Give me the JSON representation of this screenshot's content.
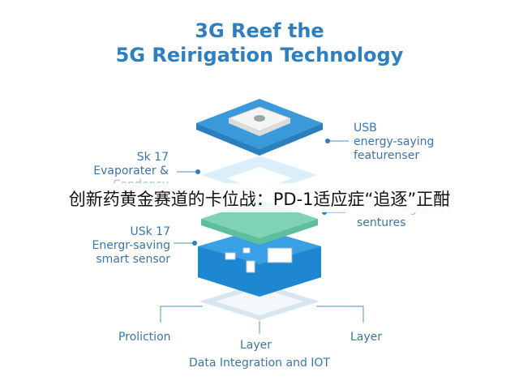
{
  "title": {
    "line1": "3G Reef the",
    "line2": "5G Reirigation Technology"
  },
  "labels": {
    "top_right": [
      "USB",
      "energy-saying",
      "featurenser"
    ],
    "top_left": [
      "Sk 17",
      "Evaporater &",
      "Condensy"
    ],
    "mid_right": [
      "Data Integration",
      "sentures"
    ],
    "mid_left": [
      "USk 17",
      "Energr-saving",
      "smart sensor"
    ],
    "bottom_left": "Proliction",
    "bottom_center": "Layer",
    "bottom_right": "Layer",
    "bottom_caption": "Data Integration and IOT"
  },
  "banner": {
    "text": "创新药黄金赛道的卡位战：PD-1适应症“追逐”正酣"
  },
  "colors": {
    "accent": "#2d7fc1",
    "label": "#3a76a8",
    "layer_blue": "#3a9ad9",
    "layer_dark": "#1f87d2",
    "layer_green": "#7fd3b4"
  }
}
